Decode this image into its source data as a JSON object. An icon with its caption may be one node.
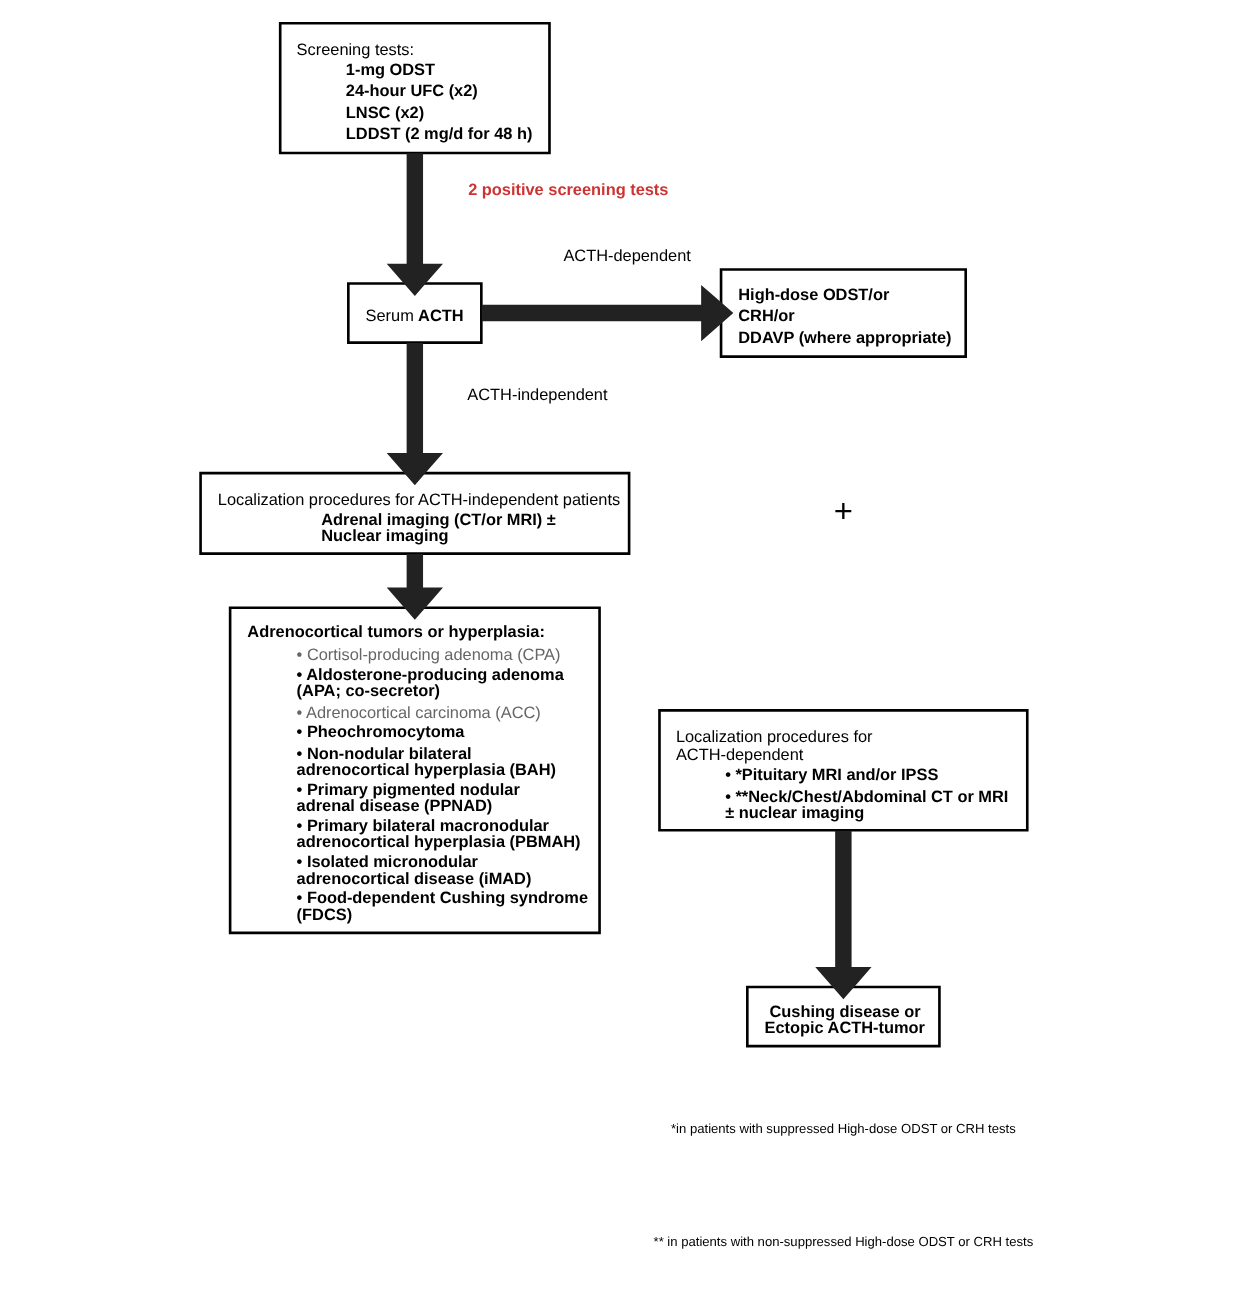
{
  "diagram": {
    "nodes": [
      {
        "text": [
          "Screening tests:",
          "1-mg ODST",
          "24-hour UFC (x2)",
          "LNSC (x2)",
          "LDDST (2 mg/d for 48 h)"
        ]
      },
      {
        "text": [
          "Serum **ACTH**"
        ]
      },
      {
        "text": [
          "High-dose ODST/or",
          "CRH/or",
          "DDAVP (where appropriate)"
        ]
      },
      {
        "text": [
          "Localization procedures for ACTH-dependent",
          "• *Pituitary MRI and/or IPSS",
          "• **Neck/Chest/Abdominal CT or MRI ± nuclear imaging"
        ]
      },
      {
        "text": [
          "Localization procedures for ACTH-independent patients",
          "Adrenal imaging (CT/or MRI) ± Nuclear imaging"
        ]
      },
      {
        "text": [
          "Cushing disease or Ectopic ACTH-tumor"
        ]
      },
      {
        "text": [
          "Adrenocortical tumors or hyperplasia:",
          "• Cortisol-producing adenoma (CPA)",
          "• Aldosterone-producing adenoma (APA; co-secretor)",
          "• Adrenocortical carcinoma (ACC)",
          "• Pheochromocytoma",
          "• Non-nodular bilateral adrenocortical hyperplasia (BAH)",
          "• Primary pigmented nodular adrenal disease (PPNAD)",
          "• Primary bilateral macronodular adrenocortical hyperplasia (PBMAH)",
          "• Isolated micronodular adrenocortical disease (iMAD)",
          "• Food-dependent Cushing syndrome (FDCS)"
        ]
      }
    ],
    "edges": [
      {
        "from": 0,
        "to": 1,
        "arrow": "to",
        "label": "2 positive screening tests"
      },
      {
        "from": 1,
        "to": 2,
        "arrow": "to",
        "label": "ACTH-dependent"
      },
      {
        "from": 1,
        "to": 4,
        "arrow": "to",
        "label": "ACTH-independent"
      },
      {
        "from": 3,
        "to": 5,
        "arrow": "to"
      },
      {
        "from": 4,
        "to": 6,
        "arrow": "to"
      }
    ],
    "labels": [
      "+",
      "*in patients with suppressed High-dose ODST or CRH tests",
      "** in patients with non-suppressed High-dose ODST or CRH tests"
    ]
  }
}
